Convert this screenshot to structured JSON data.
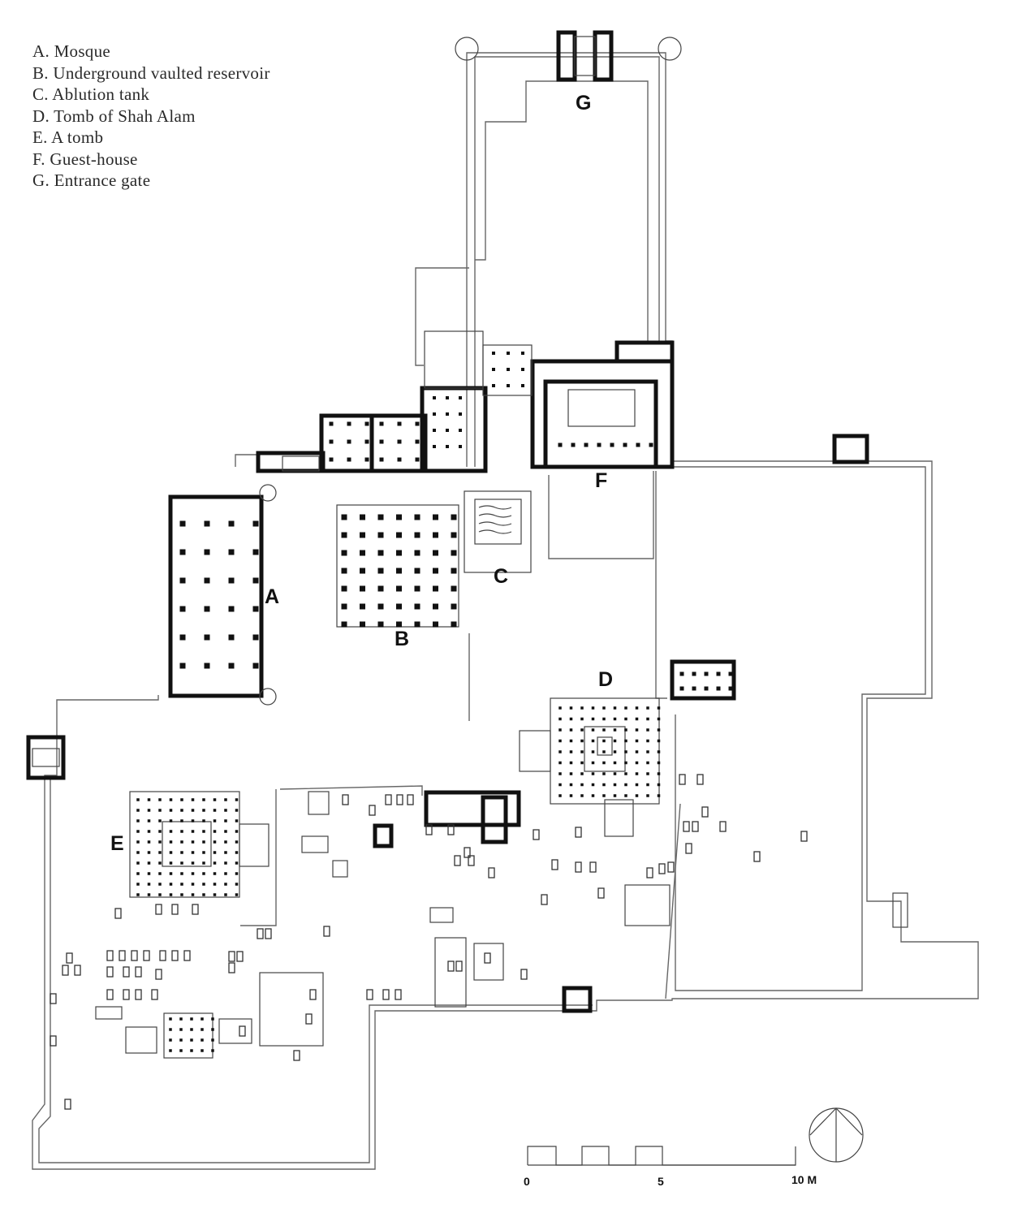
{
  "legend": [
    {
      "key": "A",
      "text": "A. Mosque"
    },
    {
      "key": "B",
      "text": "B. Underground vaulted reservoir"
    },
    {
      "key": "C",
      "text": "C. Ablution tank"
    },
    {
      "key": "D",
      "text": "D. Tomb of Shah Alam"
    },
    {
      "key": "E",
      "text": "E. A tomb"
    },
    {
      "key": "F",
      "text": "F. Guest-house"
    },
    {
      "key": "G",
      "text": "G. Entrance gate"
    }
  ],
  "labels": {
    "A": "A",
    "B": "B",
    "C": "C",
    "D": "D",
    "E": "E",
    "F": "F",
    "G": "G"
  },
  "scale": {
    "zero": "0",
    "mid": "5",
    "end": "10 M"
  }
}
